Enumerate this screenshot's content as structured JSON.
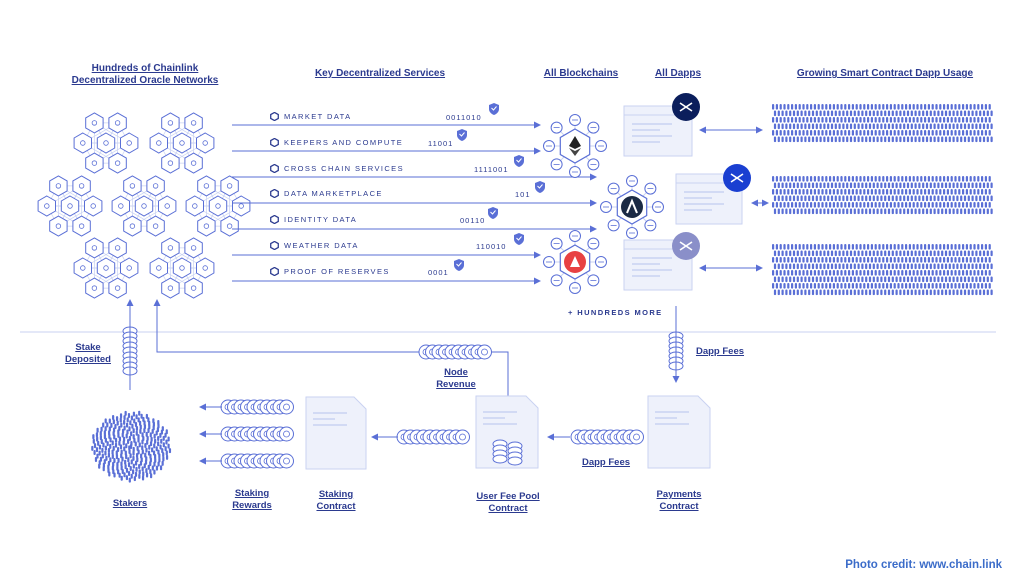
{
  "headers": {
    "networks": [
      "Hundreds of Chainlink",
      "Decentralized Oracle Networks"
    ],
    "services": "Key Decentralized Services",
    "blockchains": "All Blockchains",
    "dapps": "All Dapps",
    "usage": "Growing Smart Contract Dapp Usage"
  },
  "services": [
    {
      "label": "MARKET DATA",
      "binary": "0011010"
    },
    {
      "label": "KEEPERS AND COMPUTE",
      "binary": "11001"
    },
    {
      "label": "CROSS CHAIN SERVICES",
      "binary": "1111001"
    },
    {
      "label": "DATA MARKETPLACE",
      "binary": "101"
    },
    {
      "label": "IDENTITY DATA",
      "binary": "00110"
    },
    {
      "label": "WEATHER DATA",
      "binary": "110010"
    },
    {
      "label": "PROOF OF RESERVES",
      "binary": "0001"
    }
  ],
  "hundreds_more": "+ HUNDREDS MORE",
  "flow_labels": {
    "stake_deposited": [
      "Stake",
      "Deposited"
    ],
    "node_revenue": [
      "Node",
      "Revenue"
    ],
    "dapp_fees_right": "Dapp Fees",
    "dapp_fees_bottom": "Dapp Fees",
    "stakers": "Stakers",
    "staking_rewards": [
      "Staking",
      "Rewards"
    ],
    "staking_contract": [
      "Staking",
      "Contract"
    ],
    "user_fee_pool": [
      "User Fee Pool",
      "Contract"
    ],
    "payments_contract": [
      "Payments",
      "Contract"
    ]
  },
  "credit": "Photo credit: www.chain.link",
  "colors": {
    "primary": "#2b3a8f",
    "line": "#5a6fd6",
    "light": "#c9d2f2",
    "panel": "#eef1fb",
    "credit": "#3b6cc9"
  }
}
